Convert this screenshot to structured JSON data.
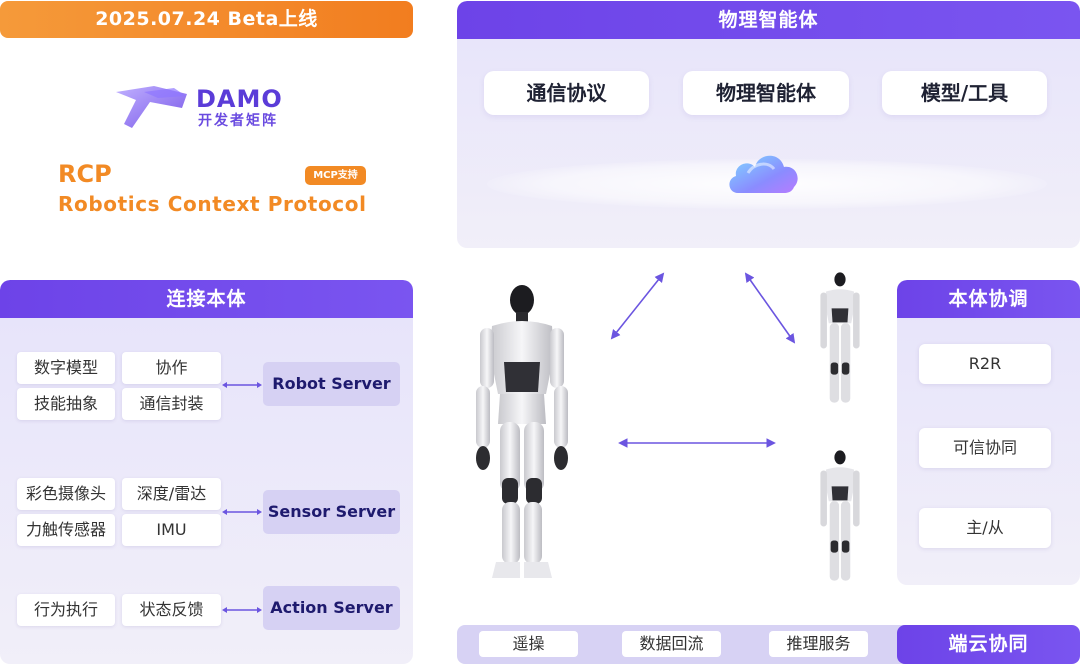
{
  "release": {
    "text": "2025.07.24  Beta上线"
  },
  "brand": {
    "wordmark": "DAMO",
    "subtitle": "开发者矩阵"
  },
  "rcp": {
    "title": "RCP",
    "subtitle": "Robotics Context Protocol",
    "badge": "MCP支持"
  },
  "physical_panel": {
    "title": "物理智能体",
    "pills": [
      "通信协议",
      "物理智能体",
      "模型/工具"
    ]
  },
  "connect_panel": {
    "title": "连接本体",
    "groups": [
      {
        "chips": [
          "数字模型",
          "协作",
          "技能抽象",
          "通信封装"
        ],
        "server": "Robot Server"
      },
      {
        "chips": [
          "彩色摄像头",
          "深度/雷达",
          "力触传感器",
          "IMU"
        ],
        "server": "Sensor Server"
      },
      {
        "chips": [
          "行为执行",
          "状态反馈"
        ],
        "server": "Action Server"
      }
    ]
  },
  "coord_panel": {
    "title": "本体协调",
    "items": [
      "R2R",
      "可信协同",
      "主/从"
    ]
  },
  "cloud_bar": {
    "items": [
      "遥操",
      "数据回流",
      "推理服务"
    ],
    "title": "端云协同"
  },
  "colors": {
    "accent": "#6d43e8",
    "orange": "#f28a24",
    "panel": "#ebe8fa"
  },
  "icons": [
    "damo-logo-icon",
    "cloud-icon",
    "humanoid-robot-icon",
    "double-arrow-icon"
  ]
}
